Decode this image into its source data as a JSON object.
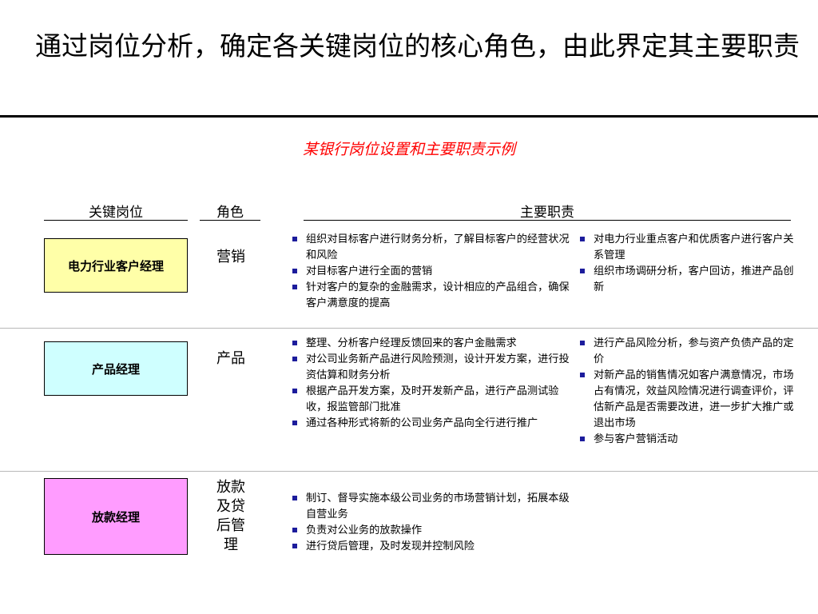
{
  "page": {
    "title": "通过岗位分析，确定各关键岗位的核心角色，由此界定其主要职责",
    "subtitle": "某银行岗位设置和主要职责示例"
  },
  "headers": {
    "position": "关键岗位",
    "role": "角色",
    "duties": "主要职责"
  },
  "colors": {
    "row1_box": "#ffffa8",
    "row2_box": "#cfffff",
    "row3_box": "#ff9cff",
    "bullet": "#1c1c9c",
    "subtitle": "#ff0000"
  },
  "rows": [
    {
      "position": "电力行业客户经理",
      "role": "营销",
      "duties_left": [
        "组织对目标客户进行财务分析，了解目标客户的经营状况和风险",
        "对目标客户进行全面的营销",
        "针对客户的复杂的金融需求，设计相应的产品组合，确保客户满意度的提高"
      ],
      "duties_right": [
        "对电力行业重点客户和优质客户进行客户关系管理",
        "组织市场调研分析，客户回访，推进产品创新"
      ]
    },
    {
      "position": "产品经理",
      "role": "产品",
      "duties_left": [
        "整理、分析客户经理反馈回来的客户金融需求",
        "对公司业务新产品进行风险预测，设计开发方案，进行投资估算和财务分析",
        "根据产品开发方案，及时开发新产品，进行产品测试验收，报监管部门批准",
        "通过各种形式将新的公司业务产品向全行进行推广"
      ],
      "duties_right": [
        "进行产品风险分析，参与资产负债产品的定价",
        "对新产品的销售情况如客户满意情况，市场占有情况，效益风险情况进行调查评价，评估新产品是否需要改进，进一步扩大推广或退出市场",
        "参与客户营销活动"
      ]
    },
    {
      "position": "放款经理",
      "role": "放款及贷后管理",
      "duties_left": [
        "制订、督导实施本级公司业务的市场营销计划，拓展本级自营业务",
        "负责对公业务的放款操作",
        "进行贷后管理，及时发现并控制风险"
      ],
      "duties_right": []
    }
  ]
}
